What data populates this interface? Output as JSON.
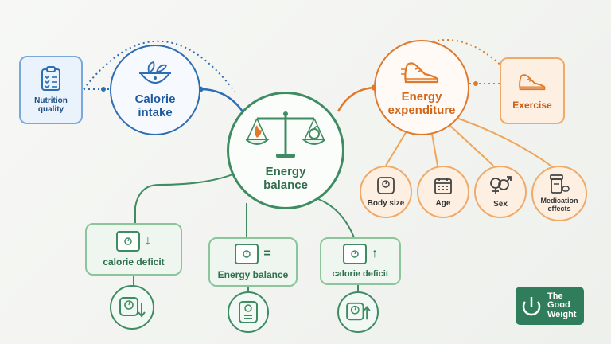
{
  "diagram": {
    "nutrition_quality": "Nutrition quality",
    "calorie_intake": "Calorie intake",
    "energy_balance_center": "Energy balance",
    "energy_expenditure": "Energy expenditure",
    "exercise": "Exercise",
    "factors": [
      {
        "label": "Body size",
        "icon": "scale-icon"
      },
      {
        "label": "Age",
        "icon": "calendar-icon"
      },
      {
        "label": "Sex",
        "icon": "gender-icon"
      },
      {
        "label": "Medication effects",
        "icon": "pill-bottle-icon"
      }
    ],
    "outcomes": [
      {
        "label": "calorie deficit",
        "symbol": "↓"
      },
      {
        "label": "Energy balance",
        "symbol": "="
      },
      {
        "label": "calorie deficit",
        "symbol": "↑"
      }
    ]
  },
  "logo": {
    "line1": "The",
    "line2": "Good",
    "line3": "Weight"
  },
  "colors": {
    "blue": "#2f6db3",
    "orange": "#e07a2a",
    "green": "#3f8c62",
    "logo_bg": "#2f7d5a"
  }
}
